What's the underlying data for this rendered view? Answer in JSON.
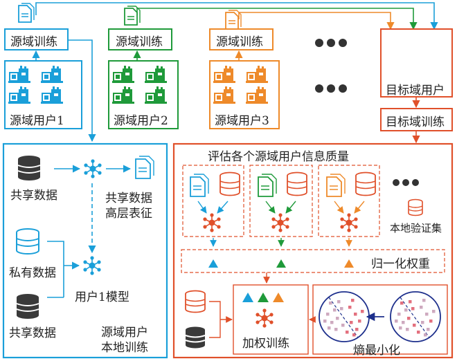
{
  "colors": {
    "blue": "#1a9fd9",
    "green": "#1f9a3a",
    "orange": "#ee8a2a",
    "red": "#e0502a",
    "dark": "#333333"
  },
  "icons": [
    "document-icon",
    "factory-icon",
    "database-icon",
    "network-icon",
    "triangle-icon",
    "ellipsis-icon",
    "scatter-circle-icon"
  ],
  "source_users": [
    {
      "train_label": "源域训练",
      "user_label": "源域用户1"
    },
    {
      "train_label": "源域训练",
      "user_label": "源域用户2"
    },
    {
      "train_label": "源域训练",
      "user_label": "源域用户3"
    }
  ],
  "target": {
    "user_label": "目标域用户",
    "train_label": "目标域训练"
  },
  "left_panel": {
    "shared_data_top": "共享数据",
    "shared_feature_line1": "共享数据",
    "shared_feature_line2": "高层表征",
    "private_data": "私有数据",
    "user_model": "用户1模型",
    "shared_data_bottom": "共享数据",
    "local_train_line1": "源域用户",
    "local_train_line2": "本地训练"
  },
  "right_panel": {
    "evaluate_title": "评估各个源域用户信息质量",
    "local_validation": "本地验证集",
    "normalize_weight": "归一化权重",
    "weighted_train": "加权训练",
    "entropy_min": "熵最小化"
  }
}
